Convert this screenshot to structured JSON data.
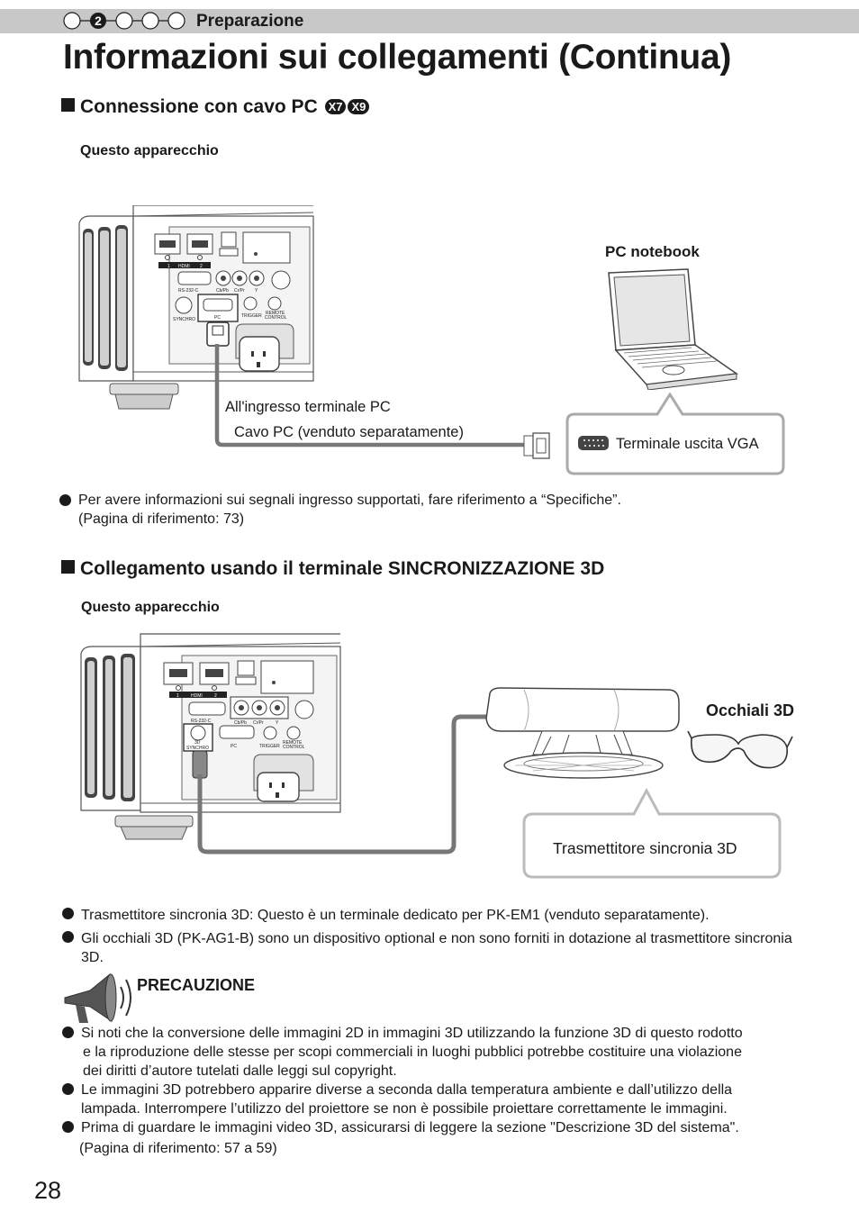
{
  "header": {
    "steps": [
      "",
      "2",
      "",
      "",
      ""
    ],
    "chapter": "Preparazione"
  },
  "title": "Informazioni sui collegamenti (Continua)",
  "section_pc": {
    "heading": "Connessione con cavo PC",
    "badges": [
      "X7",
      "X9"
    ],
    "device_label": "Questo apparecchio",
    "notebook_label": "PC notebook",
    "port_label": "All'ingresso terminale PC",
    "cable_label": "Cavo PC (venduto separatamente)",
    "vga_label": "Terminale uscita VGA",
    "note_line1": "Per avere informazioni sui segnali ingresso supportati, fare riferimento a “Specifiche”.",
    "note_line2": "(Pagina di riferimento: 73)"
  },
  "section_3d": {
    "heading": "Collegamento usando il terminale SINCRONIZZAZIONE 3D",
    "device_label": "Questo apparecchio",
    "glasses_label": "Occhiali 3D",
    "transmitter_label": "Trasmettitore sincronia 3D",
    "notes": [
      "Trasmettitore sincronia 3D: Questo è un terminale dedicato per PK-EM1 (venduto separatamente).",
      "Gli occhiali 3D (PK-AG1-B) sono un  dispositivo optional e non sono forniti in dotazione al trasmettitore sincronia 3D."
    ]
  },
  "panel_labels": {
    "hdmi": "HDMI",
    "hdmi1": "1",
    "hdmi2": "2",
    "rs232": "RS-232-C",
    "cbpb": "Cb/Pb",
    "crpr": "Cr/Pr",
    "y": "Y",
    "sync_3d": "3D",
    "synchro": "SYNCHRO",
    "pc": "PC",
    "trigger": "TRIGGER",
    "remote": "REMOTE",
    "control": "CONTROL"
  },
  "caution": {
    "heading": "PRECAUZIONE",
    "items": [
      [
        "Si noti che la conversione delle immagini 2D in immagini 3D utilizzando la funzione 3D di questo rodotto",
        "e la riproduzione delle stesse per scopi commerciali in luoghi pubblici potrebbe costituire una violazione",
        "dei diritti d’autore tutelati dalle leggi sul copyright."
      ],
      [
        "Le immagini 3D potrebbero apparire diverse a seconda dalla temperatura ambiente e dall’utilizzo della",
        "lampada. Interrompere l’utilizzo del proiettore se non è possibile proiettare correttamente le immagini."
      ],
      [
        "Prima di guardare le immagini video 3D, assicurarsi di leggere la sezione \"Descrizione 3D del sistema\".",
        "(Pagina di riferimento: 57 a 59)"
      ]
    ]
  },
  "page_number": "28"
}
